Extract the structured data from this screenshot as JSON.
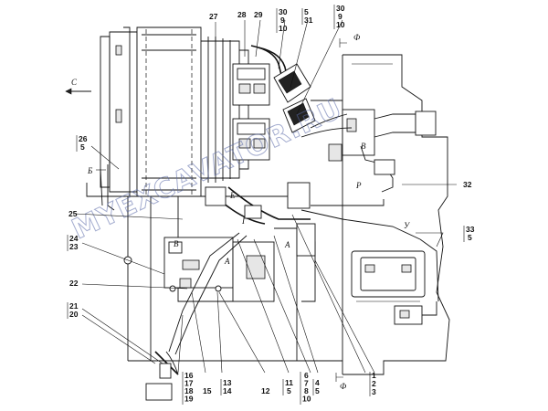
{
  "callouts": [
    {
      "id": "c27",
      "lines": [
        "27"
      ]
    },
    {
      "id": "c28",
      "lines": [
        "28"
      ]
    },
    {
      "id": "c29",
      "lines": [
        "29"
      ]
    },
    {
      "id": "c30a",
      "lines": [
        "30",
        "9",
        "10"
      ]
    },
    {
      "id": "c5a",
      "lines": [
        "5",
        "31"
      ]
    },
    {
      "id": "c30b",
      "lines": [
        "30",
        "9",
        "10"
      ]
    },
    {
      "id": "c26",
      "lines": [
        "26",
        "5"
      ]
    },
    {
      "id": "c25",
      "lines": [
        "25"
      ]
    },
    {
      "id": "c24",
      "lines": [
        "24",
        "23"
      ]
    },
    {
      "id": "c22",
      "lines": [
        "22"
      ]
    },
    {
      "id": "c21",
      "lines": [
        "21",
        "20"
      ]
    },
    {
      "id": "c32",
      "lines": [
        "32"
      ]
    },
    {
      "id": "c33",
      "lines": [
        "33",
        "5"
      ]
    },
    {
      "id": "c16",
      "lines": [
        "16",
        "17",
        "18",
        "19"
      ]
    },
    {
      "id": "c15",
      "lines": [
        "15"
      ]
    },
    {
      "id": "c13",
      "lines": [
        "13",
        "14"
      ]
    },
    {
      "id": "c12",
      "lines": [
        "12"
      ]
    },
    {
      "id": "c11",
      "lines": [
        "11",
        "5"
      ]
    },
    {
      "id": "c6",
      "lines": [
        "6",
        "7",
        "8",
        "10"
      ]
    },
    {
      "id": "c4",
      "lines": [
        "4",
        "5"
      ]
    },
    {
      "id": "c1",
      "lines": [
        "1",
        "2",
        "3"
      ]
    }
  ],
  "view_labels": {
    "top_view": "Ф",
    "bottom_view": "Ф",
    "left_view": "С",
    "b_left": "Б",
    "v_left": "В",
    "a_left": "А",
    "a_mid": "А",
    "g_left": "Г",
    "e_left": "Е",
    "b_right": "В",
    "r_right": "Р",
    "u_right": "У"
  },
  "watermark": "MYEXCAVATOR.RU"
}
